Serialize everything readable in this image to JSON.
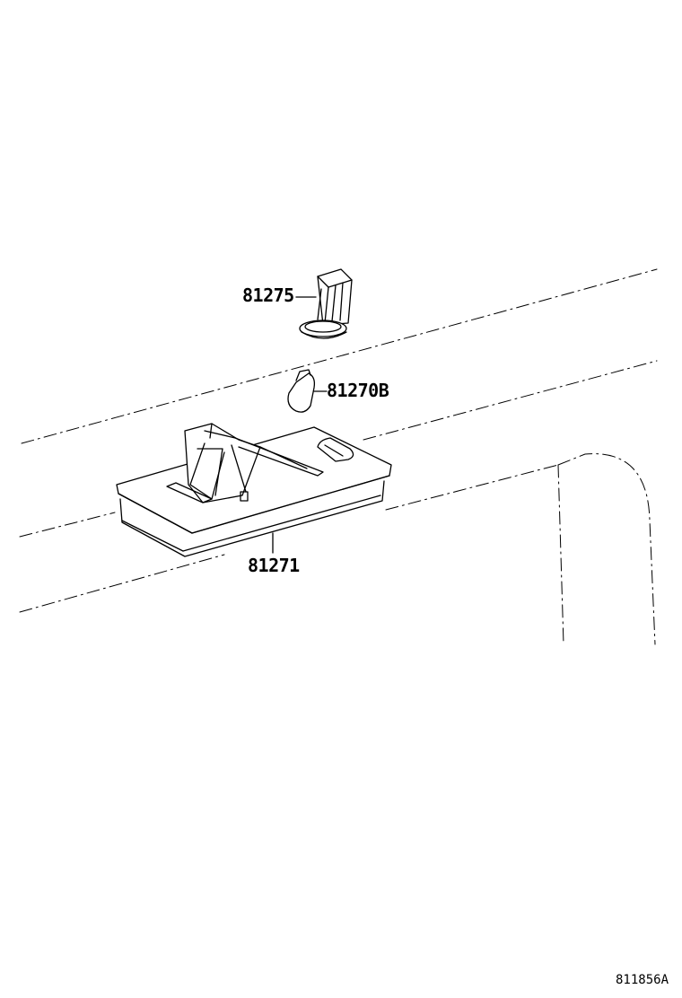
{
  "parts": [
    {
      "id": "socket",
      "label": "81275"
    },
    {
      "id": "bulb",
      "label": "81270B"
    },
    {
      "id": "lamp-assembly",
      "label": "81271"
    }
  ],
  "reference_code": "811856A",
  "colors": {
    "line": "#000000",
    "background": "#ffffff"
  }
}
